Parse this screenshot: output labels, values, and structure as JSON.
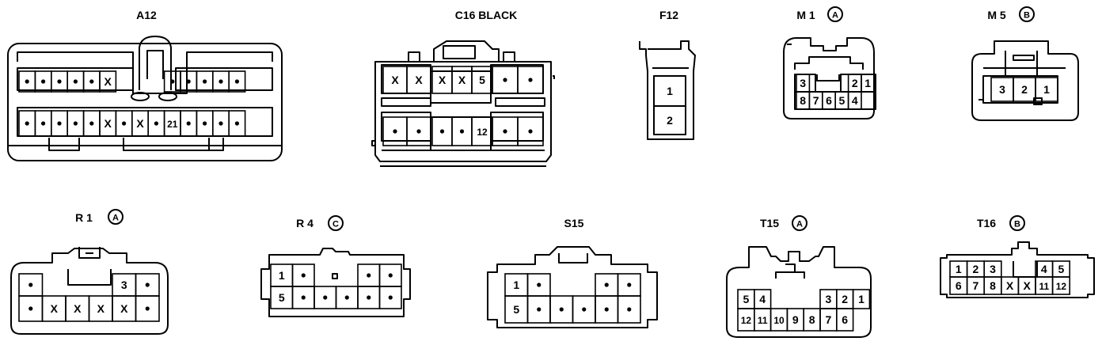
{
  "connectors": [
    {
      "id": "A12",
      "label": "A12",
      "badge": "",
      "rows": [
        [
          "•",
          "•",
          "•",
          "•",
          "•",
          "X",
          "",
          "",
          "",
          "•",
          "•",
          "•",
          "•",
          "•"
        ],
        [
          "•",
          "•",
          "•",
          "•",
          "•",
          "X",
          "•",
          "X",
          "•",
          "21",
          "•",
          "•",
          "•",
          "•"
        ]
      ]
    },
    {
      "id": "C16",
      "label": "C16 BLACK",
      "badge": "",
      "rows": [
        [
          "X",
          "X",
          "X",
          "X",
          "5",
          "•",
          "•"
        ],
        [
          "•",
          "•",
          "•",
          "•",
          "12",
          "•",
          "•"
        ]
      ]
    },
    {
      "id": "F12",
      "label": "F12",
      "badge": "",
      "rows": [
        [
          "1"
        ],
        [
          "2"
        ]
      ]
    },
    {
      "id": "M1",
      "label": "M 1",
      "badge": "A",
      "rows": [
        [
          "3",
          "",
          "",
          "",
          "2",
          "1"
        ],
        [
          "8",
          "7",
          "6",
          "5",
          "4"
        ]
      ]
    },
    {
      "id": "M5",
      "label": "M 5",
      "badge": "B",
      "rows": [
        [
          "3",
          "2",
          "1"
        ]
      ]
    },
    {
      "id": "R1",
      "label": "R 1",
      "badge": "A",
      "rows": [
        [
          "•",
          "",
          "",
          "",
          "3",
          "•"
        ],
        [
          "•",
          "X",
          "X",
          "X",
          "X",
          "•"
        ]
      ]
    },
    {
      "id": "R4",
      "label": "R 4",
      "badge": "C",
      "rows": [
        [
          "1",
          "•",
          "",
          "",
          "•",
          "•"
        ],
        [
          "5",
          "•",
          "•",
          "•",
          "•",
          "•"
        ]
      ]
    },
    {
      "id": "S15",
      "label": "S15",
      "badge": "",
      "rows": [
        [
          "1",
          "•",
          "",
          "",
          "•",
          "•"
        ],
        [
          "5",
          "•",
          "•",
          "•",
          "•",
          "•"
        ]
      ]
    },
    {
      "id": "T15",
      "label": "T15",
      "badge": "A",
      "rows": [
        [
          "5",
          "4",
          "",
          "",
          "",
          "3",
          "2",
          "1"
        ],
        [
          "12",
          "11",
          "10",
          "9",
          "8",
          "7",
          "6"
        ]
      ]
    },
    {
      "id": "T16",
      "label": "T16",
      "badge": "B",
      "rows": [
        [
          "1",
          "2",
          "3",
          "",
          "",
          "4",
          "5"
        ],
        [
          "6",
          "7",
          "8",
          "X",
          "X",
          "11",
          "12"
        ]
      ]
    }
  ]
}
